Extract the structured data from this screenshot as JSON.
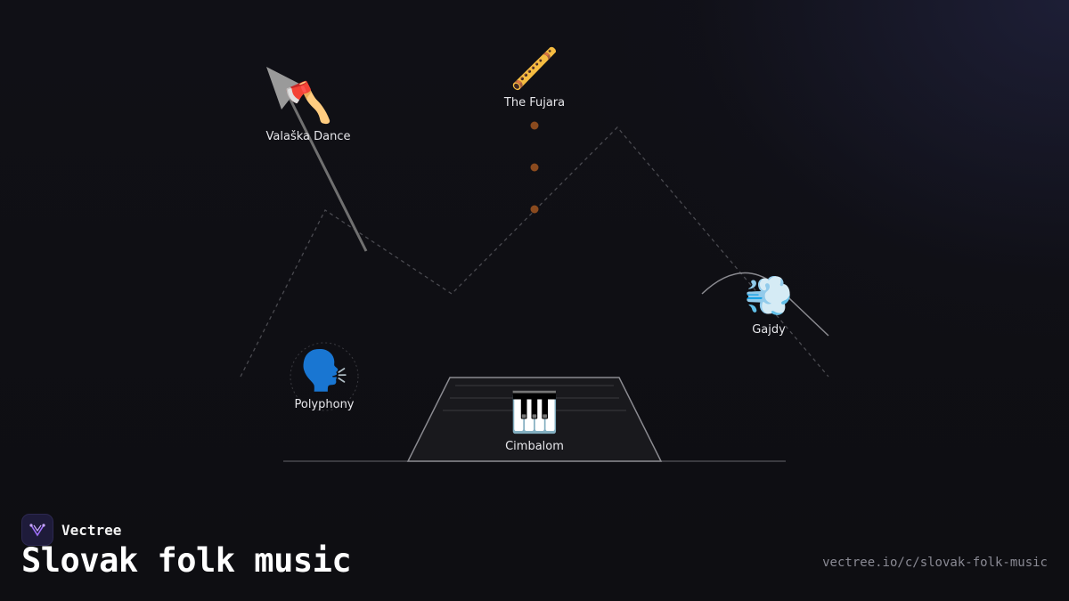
{
  "brand": {
    "name": "Vectree",
    "logo_icon": "vectree-logo-icon"
  },
  "page": {
    "title": "Slovak folk music",
    "url": "vectree.io/c/slovak-folk-music"
  },
  "nodes": [
    {
      "id": "fujara",
      "label": "The Fujara",
      "emoji": "🪈",
      "icon": "flute-icon"
    },
    {
      "id": "valaska",
      "label": "Valaška Dance",
      "emoji": "🪓",
      "icon": "axe-icon"
    },
    {
      "id": "gajdy",
      "label": "Gajdy",
      "emoji": "💨",
      "icon": "dash-icon"
    },
    {
      "id": "polyphony",
      "label": "Polyphony",
      "emoji": "🗣️",
      "icon": "speaking-head-icon"
    },
    {
      "id": "cimbalom",
      "label": "Cimbalom",
      "emoji": "🎹",
      "icon": "piano-keys-icon"
    }
  ],
  "colors": {
    "accent_dots": "#8a4a1e",
    "dashed_line": "#4a4a50",
    "accent_logo": "#a070ff"
  }
}
